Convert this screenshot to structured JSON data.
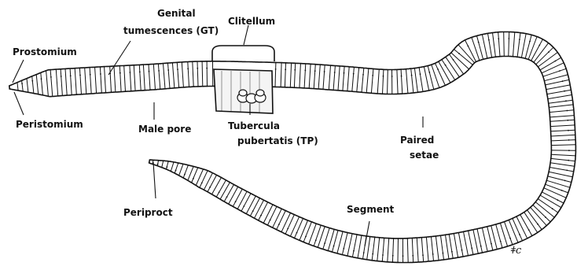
{
  "labels": {
    "prostomium": "Prostomium",
    "peristomium": "Peristomium",
    "genital_1": "Genital",
    "genital_2": "tumescences (GT)",
    "clitellum": "Clitellum",
    "male_pore": "Male pore",
    "tubercula_1": "Tubercula",
    "tubercula_2": "pubertatis (TP)",
    "paired_1": "Paired",
    "paired_2": "setae",
    "periproct": "Periproct",
    "segment": "Segment",
    "signature": "ǂc"
  },
  "colors": {
    "ink": "#111111",
    "paper": "#ffffff",
    "clitellum_band": "#f4f4f4"
  }
}
